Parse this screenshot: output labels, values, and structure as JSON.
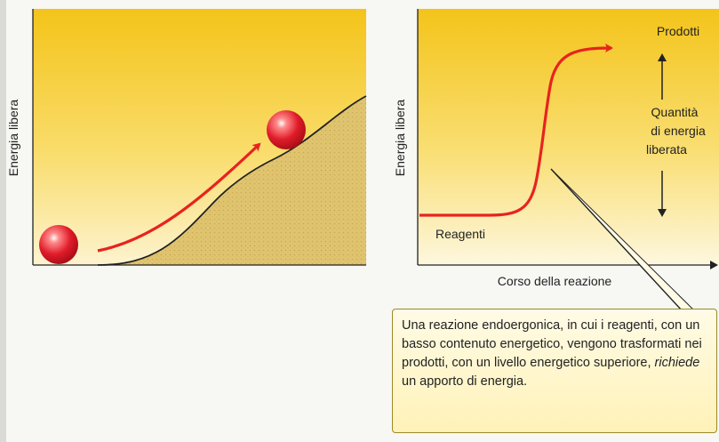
{
  "left_panel": {
    "ylabel": "Energia libera"
  },
  "right_panel": {
    "ylabel": "Energia libera",
    "xlabel": "Corso della reazione",
    "reactants_label": "Reagenti",
    "products_label": "Prodotti",
    "energy_label_lines": [
      "Quantità",
      "di energia",
      "liberata"
    ]
  },
  "callout": {
    "part1": "Una reazione endoergonica, in cui i reagenti, con un basso contenuto energetico, vengono trasformati nei prodotti, con un livello energetico superiore, ",
    "emphasis": "richiede",
    "part2": " un apporto di energia."
  },
  "colors": {
    "panel_top": "#f4c41a",
    "panel_bottom": "#fdf6d8",
    "hill": "#e2c572",
    "arrow_red": "#e8231f",
    "ball": "#e01c2a",
    "callout_border": "#9c8a2a"
  }
}
